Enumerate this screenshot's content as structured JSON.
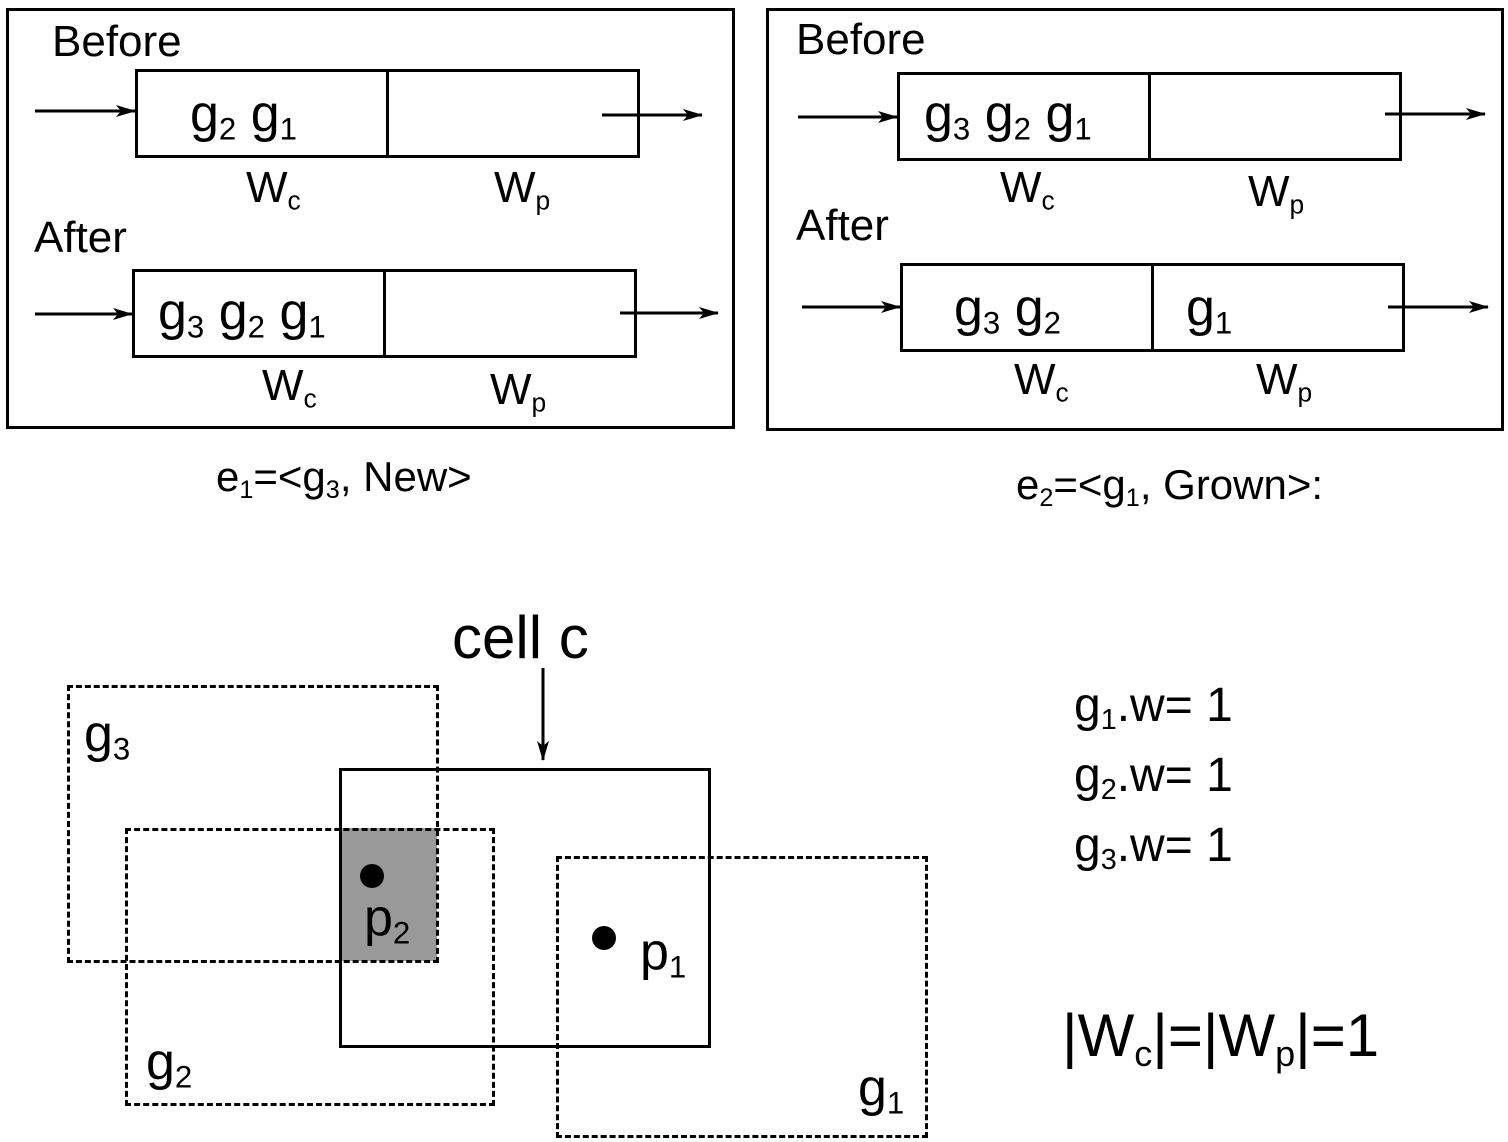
{
  "panel_left": {
    "before_label": "Before",
    "after_label": "After",
    "before_wc": [
      "g",
      "2",
      "g",
      "1"
    ],
    "after_wc": [
      "g",
      "3",
      "g",
      "2",
      "g",
      "1"
    ],
    "wc_label": [
      "W",
      "c"
    ],
    "wp_label": [
      "W",
      "p"
    ],
    "event": [
      "e",
      "1",
      "=<g",
      "3",
      ", New>"
    ]
  },
  "panel_right": {
    "before_label": "Before",
    "after_label": "After",
    "before_wc": [
      "g",
      "3",
      "g",
      "2",
      "g",
      "1"
    ],
    "after_wc": [
      "g",
      "3",
      "g",
      "2"
    ],
    "after_wp": [
      "g",
      "1"
    ],
    "wc_label": [
      "W",
      "c"
    ],
    "wp_label": [
      "W",
      "p"
    ],
    "event": [
      "e",
      "2",
      "=<g",
      "1",
      ", Grown>:"
    ]
  },
  "grid": {
    "cell_label": "cell c",
    "g3": [
      "g",
      "3"
    ],
    "g2": [
      "g",
      "2"
    ],
    "g1": [
      "g",
      "1"
    ],
    "p2": [
      "p",
      "2"
    ],
    "p1": [
      "p",
      "1"
    ]
  },
  "weights": [
    {
      "name": [
        "g",
        "1"
      ],
      "value": ".w= 1"
    },
    {
      "name": [
        "g",
        "2"
      ],
      "value": ".w= 1"
    },
    {
      "name": [
        "g",
        "3"
      ],
      "value": ".w= 1"
    }
  ],
  "window_size": {
    "bar1": "|",
    "w1": "W",
    "s1": "c",
    "eq1": "|=|",
    "w2": "W",
    "s2": "p",
    "tail": "|=1"
  },
  "colors": {
    "ink": "#000000",
    "shade": "#999999",
    "background": "#ffffff"
  }
}
